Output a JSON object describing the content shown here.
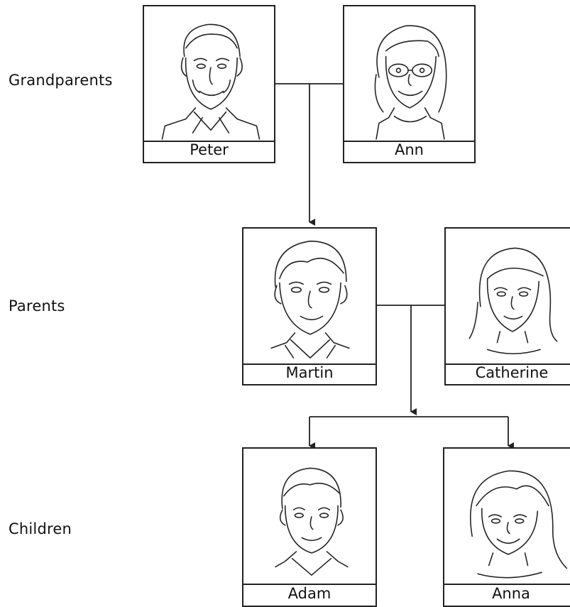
{
  "generations": {
    "grandparents": "Grandparents",
    "parents": "Parents",
    "children": "Children"
  },
  "people": {
    "peter": {
      "name": "Peter"
    },
    "ann": {
      "name": "Ann"
    },
    "martin": {
      "name": "Martin"
    },
    "catherine": {
      "name": "Catherine"
    },
    "adam": {
      "name": "Adam"
    },
    "anna": {
      "name": "Anna"
    }
  }
}
